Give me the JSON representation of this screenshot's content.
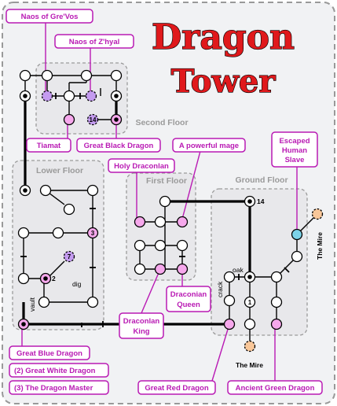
{
  "title": [
    "Dragon",
    "Tower"
  ],
  "zones": {
    "second_floor": "Second Floor",
    "lower_floor": "Lower Floor",
    "first_floor": "First Floor",
    "ground_floor": "Ground Floor"
  },
  "callouts": {
    "naos_grevos": "Naos of Gre'Vos",
    "naos_zhyal": "Naos of Z'hyal",
    "tiamat": "Tiamat",
    "great_black_dragon": "Great Black Dragon",
    "a_powerful_mage": "A powerful mage",
    "holy_draconian": "Holy Draconlan",
    "escaped_slave": [
      "Escaped",
      "Human",
      "Slave"
    ],
    "draconian_queen": [
      "Draconian",
      "Queen"
    ],
    "draconian_king": [
      "Draconlan",
      "King"
    ],
    "great_blue_dragon": "Great Blue Dragon",
    "great_white_dragon": "(2) Great White Dragon",
    "dragon_master": "(3) The Dragon Master",
    "great_red_dragon": "Great Red Dragon",
    "ancient_green_dragon": "Ancient Green Dragon"
  },
  "labels": {
    "the_mire_right": "The Mire",
    "the_mire_bottom": "The Mire",
    "oak": "oak",
    "crack": "crack",
    "vault": "vault",
    "dig": "dig"
  },
  "node_numbers": {
    "n14_second": "14",
    "n14_ground": "14",
    "n1": "1",
    "n2": "2",
    "n3": "3",
    "n7": "7"
  },
  "colors": {
    "title_red": "#e0191c",
    "callout_magenta": "#b91ab4",
    "node_pink": "#f6a8ec",
    "node_purple": "#c49bf0",
    "node_orange": "#f9c799",
    "node_blue": "#7cd3e9"
  }
}
